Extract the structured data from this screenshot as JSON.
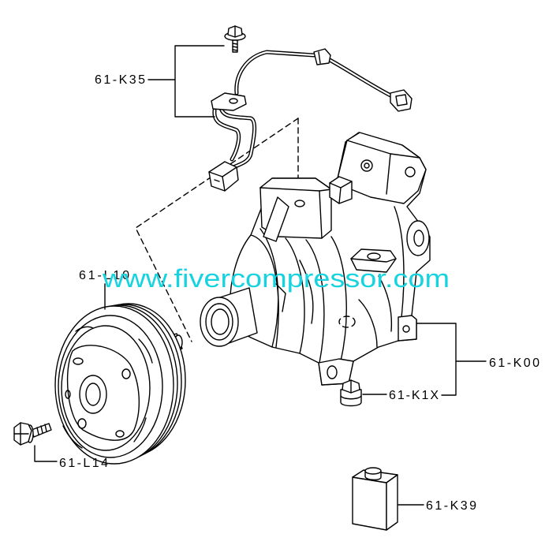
{
  "labels": {
    "k35": "61-K35",
    "l10": "61-L10",
    "l14": "61-L14",
    "k00": "61-K00",
    "k1x": "61-K1X",
    "k39": "61-K39"
  },
  "watermark": "www.fivercompressor.com",
  "colors": {
    "line": "#000000",
    "watermark": "#17d3df",
    "background": "#ffffff"
  }
}
